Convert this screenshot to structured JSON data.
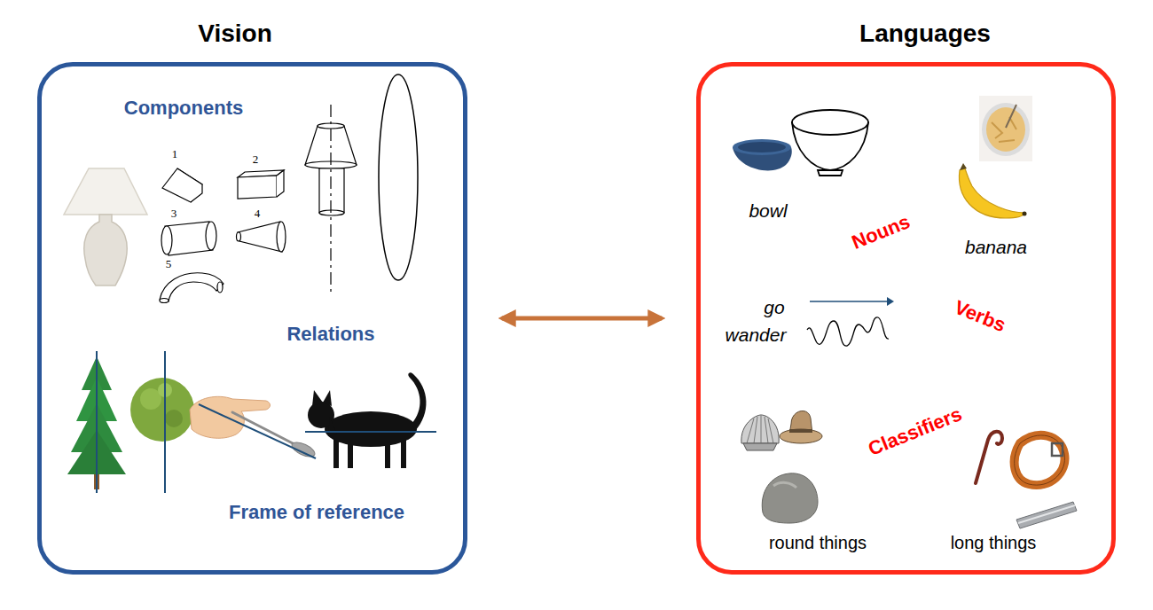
{
  "diagram": {
    "nodes": [
      {
        "text": [
          "Vision",
          "Components",
          "Relations",
          "Frame of reference"
        ]
      },
      {
        "text": [
          "Languages",
          "Nouns",
          "Verbs",
          "Classifiers"
        ]
      }
    ],
    "edges": [
      {
        "from": 0,
        "to": 1,
        "arrow": "both"
      }
    ],
    "labels": [
      "1",
      "2",
      "3",
      "4",
      "5",
      "bowl",
      "banana",
      "go",
      "wander",
      "round things",
      "long things"
    ]
  }
}
